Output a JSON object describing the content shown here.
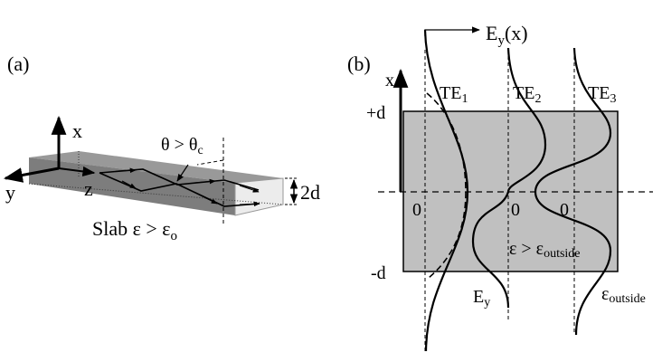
{
  "panel_a": {
    "label": "(a)",
    "axis_x": "x",
    "axis_y": "y",
    "axis_z": "z",
    "angle_label": "θ > θ",
    "angle_sub": "c",
    "thickness": "2d",
    "slab_label": "Slab ε > ε",
    "slab_sub": "o"
  },
  "panel_b": {
    "label": "(b)",
    "field_label": "E",
    "field_sub": "y",
    "field_arg": "(x)",
    "axis_x": "x",
    "plus_d": "+d",
    "minus_d": "-d",
    "modes": [
      {
        "name": "TE",
        "sub": "1"
      },
      {
        "name": "TE",
        "sub": "2"
      },
      {
        "name": "TE",
        "sub": "3"
      }
    ],
    "zeros": [
      "0",
      "0",
      "0"
    ],
    "inside_label": "ε > ε",
    "inside_sub": "outside",
    "ey_label": "E",
    "ey_sub": "y",
    "outside_label": "ε",
    "outside_sub": "outside"
  },
  "colors": {
    "slab_dark": "#7a7a7a",
    "slab_top": "#9a9a9a",
    "slab_end": "#e8e8e8",
    "core": "#c0c0c0"
  }
}
